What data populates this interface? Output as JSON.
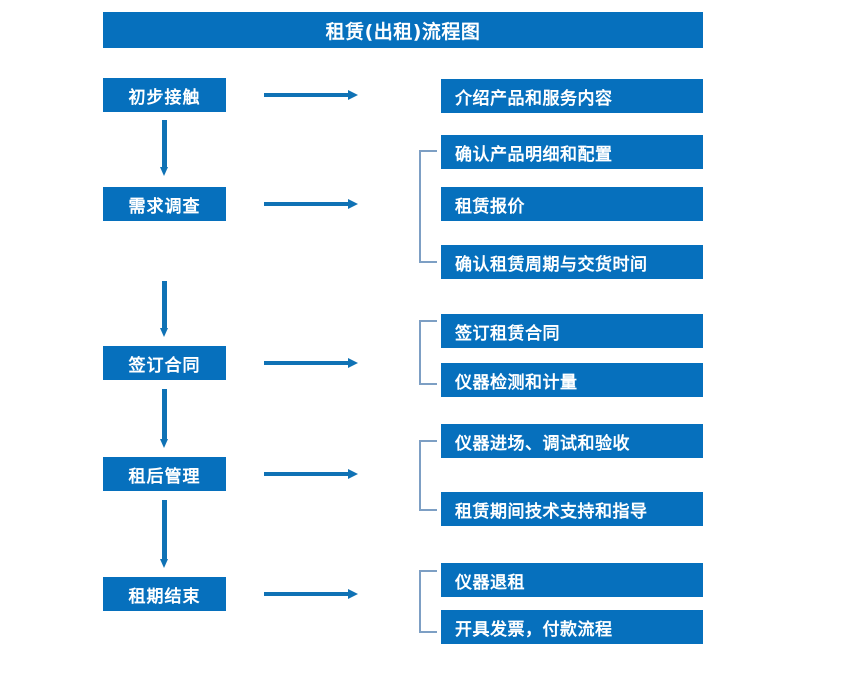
{
  "title": "租赁(出租)流程图",
  "colors": {
    "box_blue": "#0670bd",
    "arrow_blue": "#0f72b5",
    "bracket_blue": "#7d9fc4",
    "text_white": "#ffffff",
    "background": "#ffffff"
  },
  "stages": [
    {
      "label": "初步接触"
    },
    {
      "label": "需求调查"
    },
    {
      "label": "签订合同"
    },
    {
      "label": "租后管理"
    },
    {
      "label": "租期结束"
    }
  ],
  "details": [
    {
      "label": "介绍产品和服务内容"
    },
    {
      "label": "确认产品明细和配置"
    },
    {
      "label": "租赁报价"
    },
    {
      "label": "确认租赁周期与交货时间"
    },
    {
      "label": "签订租赁合同"
    },
    {
      "label": "仪器检测和计量"
    },
    {
      "label": "仪器进场、调试和验收"
    },
    {
      "label": "租赁期间技术支持和指导"
    },
    {
      "label": "仪器退租"
    },
    {
      "label": "开具发票，付款流程"
    }
  ],
  "groups": [
    {
      "stage": "需求调查",
      "items": [
        "确认产品明细和配置",
        "租赁报价",
        "确认租赁周期与交货时间"
      ]
    },
    {
      "stage": "签订合同",
      "items": [
        "签订租赁合同",
        "仪器检测和计量"
      ]
    },
    {
      "stage": "租后管理",
      "items": [
        "仪器进场、调试和验收",
        "租赁期间技术支持和指导"
      ]
    },
    {
      "stage": "租期结束",
      "items": [
        "仪器退租",
        "开具发票，付款流程"
      ]
    }
  ],
  "flow_sequence": [
    "初步接触",
    "需求调查",
    "签订合同",
    "租后管理",
    "租期结束"
  ]
}
